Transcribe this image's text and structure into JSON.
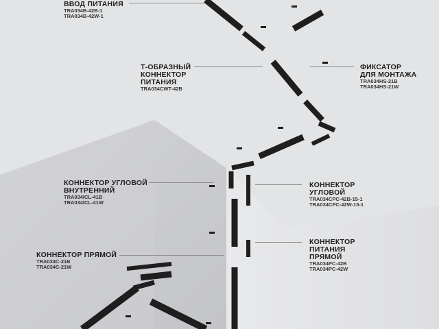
{
  "labels": [
    {
      "title": [
        "ВВОД ПИТАНИЯ"
      ],
      "codes": [
        "TRA034B-42B-1",
        "TRA034B-42W-1"
      ]
    },
    {
      "title": [
        "Т-ОБРАЗНЫЙ",
        "КОННЕКТОР",
        "ПИТАНИЯ"
      ],
      "codes": [
        "TRA034CWT-42B"
      ]
    },
    {
      "title": [
        "ФИКСАТОР",
        "ДЛЯ МОНТАЖА"
      ],
      "codes": [
        "TRA034HS-21B",
        "TRA034HS-21W"
      ]
    },
    {
      "title": [
        "КОННЕКТОР УГЛОВОЙ",
        "ВНУТРЕННИЙ"
      ],
      "codes": [
        "TRA034ICL-41B",
        "TRA034ICL-41W"
      ]
    },
    {
      "title": [
        "КОННЕКТОР",
        "УГЛОВОЙ"
      ],
      "codes": [
        "TRA034CPC-42B-15-1",
        "TRA034CPC-42W-15-1"
      ]
    },
    {
      "title": [
        "КОННЕКТОР ПРЯМОЙ"
      ],
      "codes": [
        "TRA034C-21B",
        "TRA034C-21W"
      ]
    },
    {
      "title": [
        "КОННЕКТОР",
        "ПИТАНИЯ",
        "ПРЯМОЙ"
      ],
      "codes": [
        "TRA034PC-42B",
        "TRA034PC-42W"
      ]
    }
  ],
  "colors": {
    "background": "#e3e4e6",
    "track": "#1e1e1e",
    "text": "#1f1f1f"
  }
}
